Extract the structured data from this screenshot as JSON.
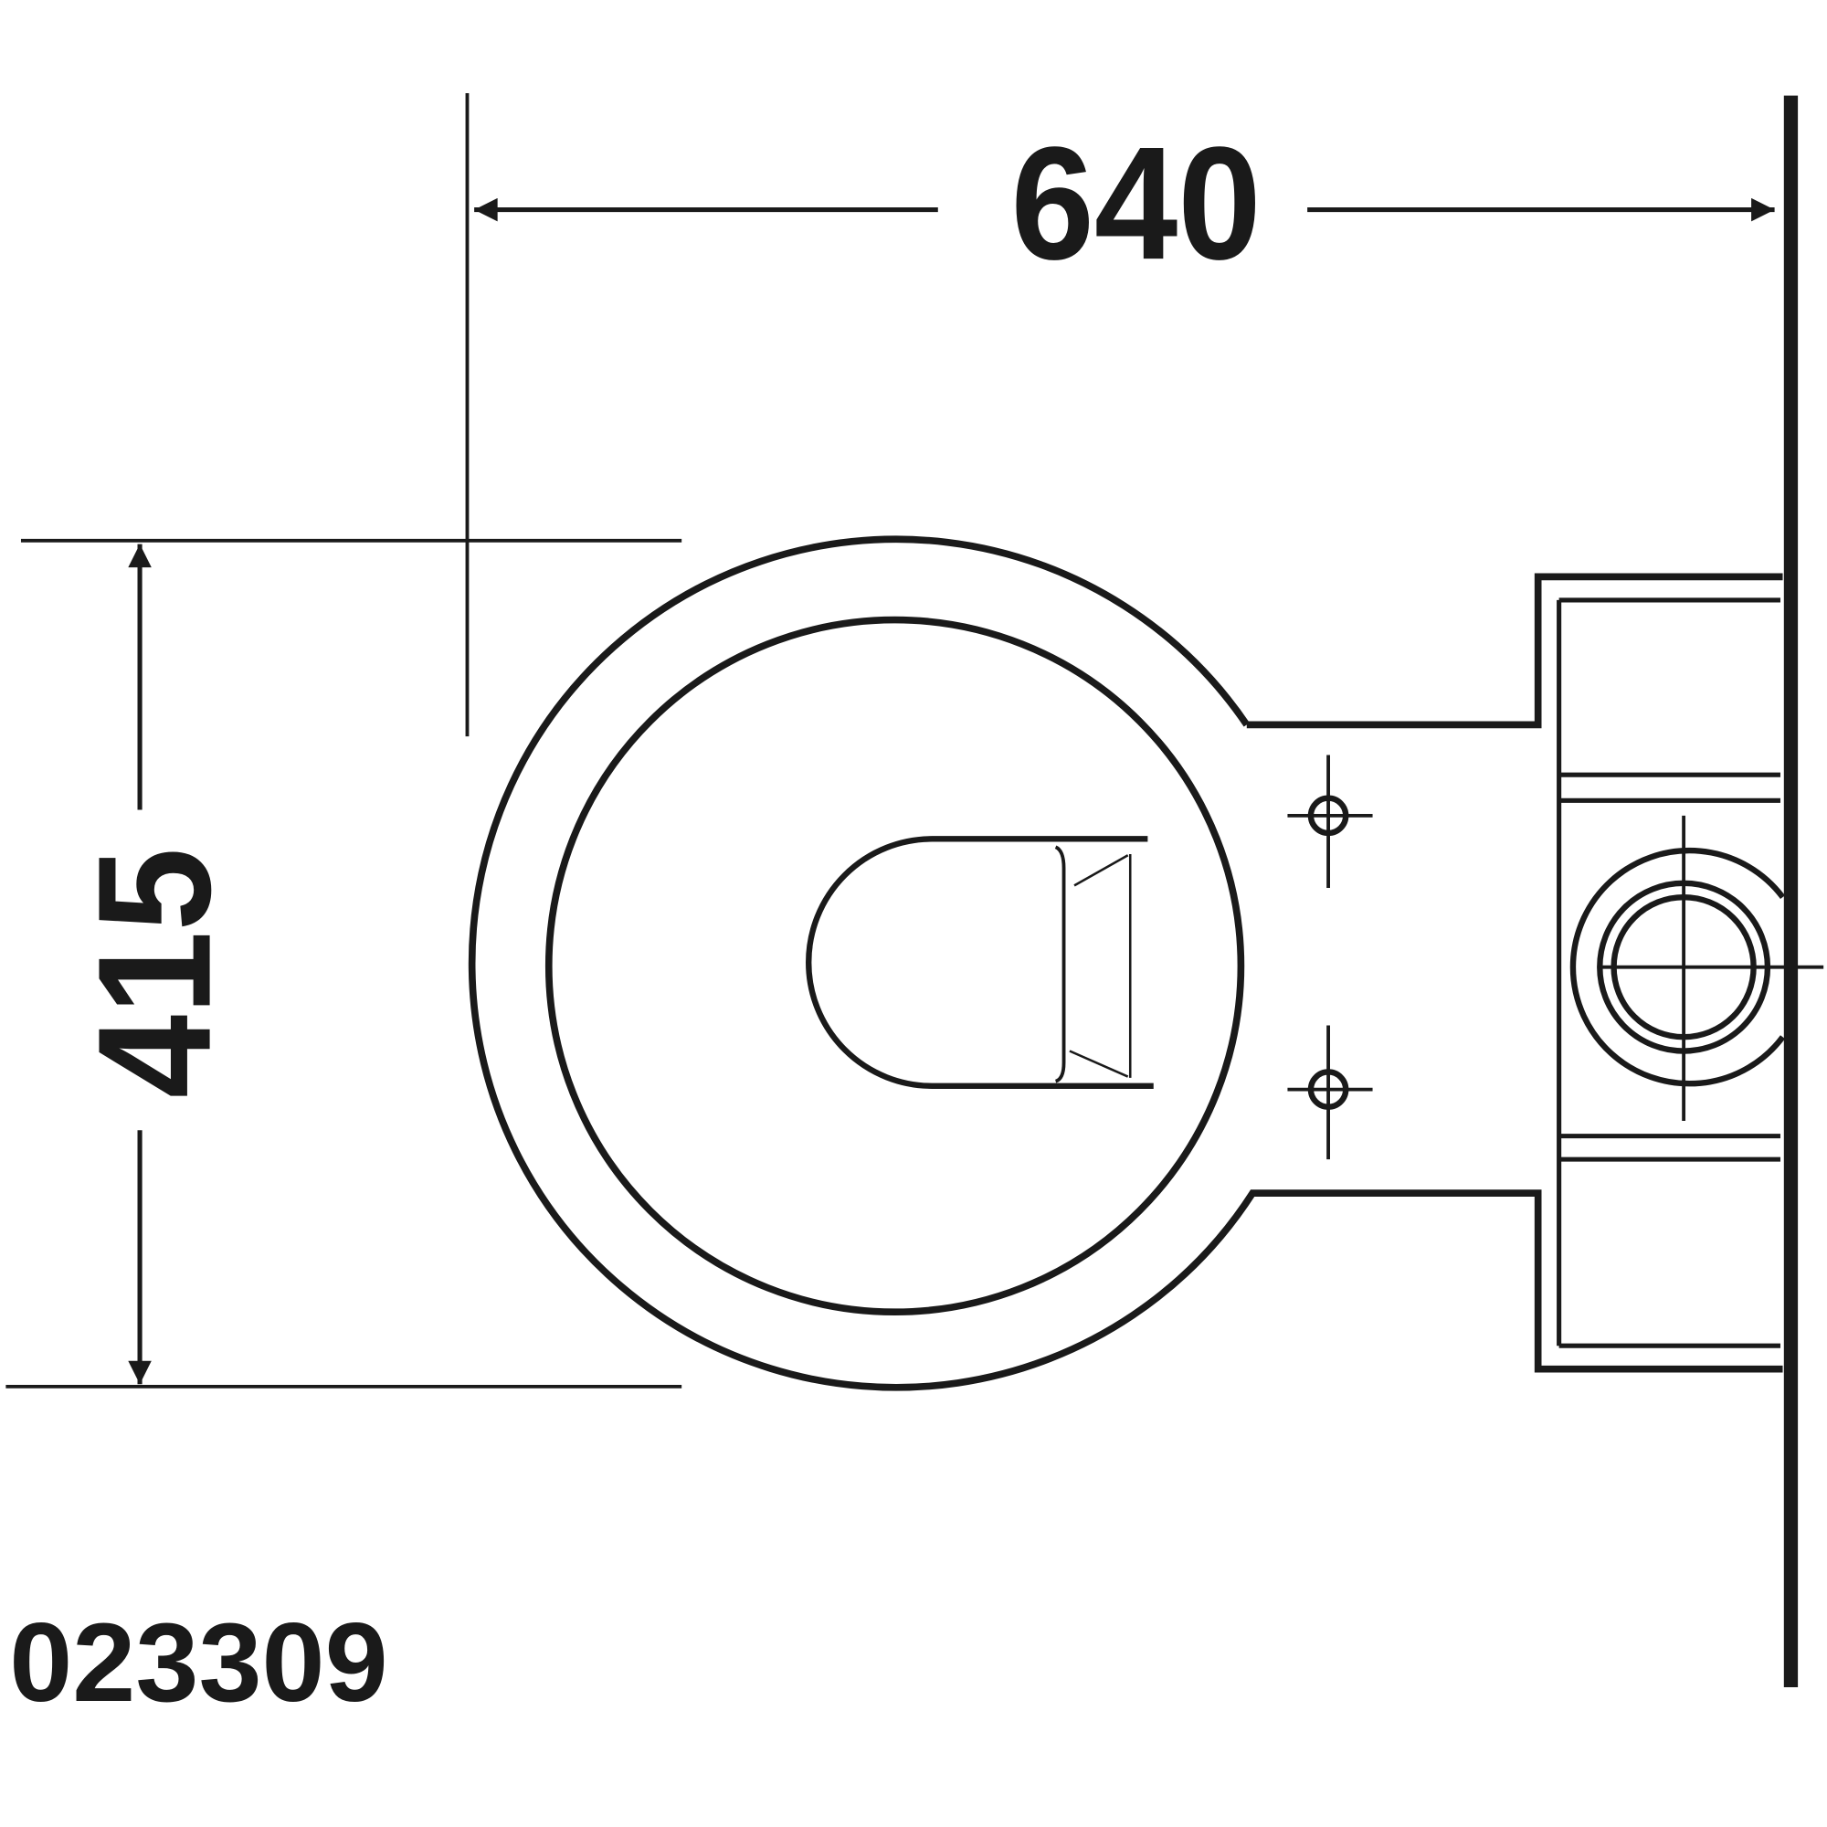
{
  "drawing": {
    "width_dimension": "640",
    "height_dimension": "415",
    "article_number": "023309",
    "line_color": "#1a1a1a"
  }
}
